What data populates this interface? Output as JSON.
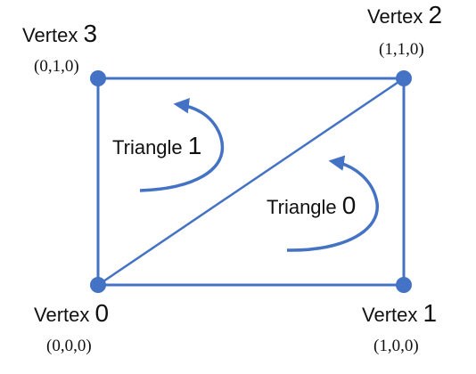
{
  "colors": {
    "accent": "#4472C4",
    "text": "#111111",
    "background": "#ffffff"
  },
  "vertices": [
    {
      "word": "Vertex",
      "index": "0",
      "coord": "(0,0,0)"
    },
    {
      "word": "Vertex",
      "index": "1",
      "coord": "(1,0,0)"
    },
    {
      "word": "Vertex",
      "index": "2",
      "coord": "(1,1,0)"
    },
    {
      "word": "Vertex",
      "index": "3",
      "coord": "(0,1,0)"
    }
  ],
  "triangles": [
    {
      "word": "Triangle",
      "index": "0"
    },
    {
      "word": "Triangle",
      "index": "1"
    }
  ]
}
